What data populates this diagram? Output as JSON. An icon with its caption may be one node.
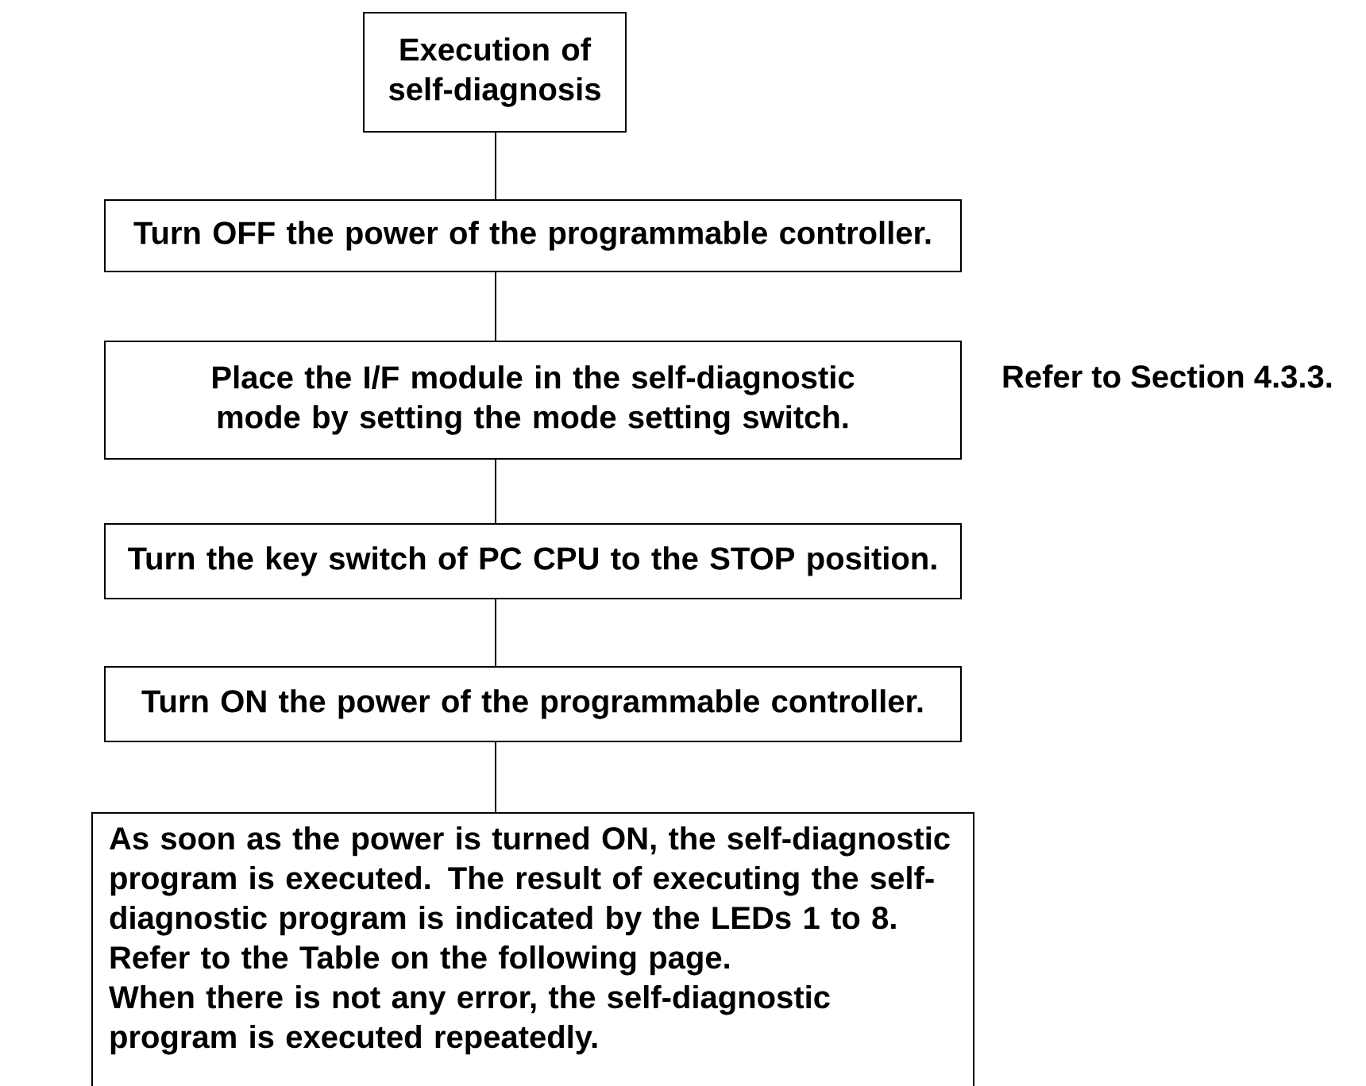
{
  "diagram": {
    "nodes": [
      {
        "text": [
          "Execution of self-diagnosis"
        ]
      },
      {
        "text": [
          "Turn OFF the power of the programmable controller."
        ]
      },
      {
        "text": [
          "Place the I/F module in the self-diagnostic mode by setting the mode setting switch."
        ],
        "beside": [
          "Refer to Section 4.3.3."
        ]
      },
      {
        "text": [
          "Turn the key switch of PC CPU to the STOP position."
        ]
      },
      {
        "text": [
          "Turn ON the power of the programmable controller."
        ]
      },
      {
        "text": [
          "As soon as the power is turned ON, the self-diagnostic program is executed. The result of executing the self-diagnostic program is indicated by the LEDs 1 to 8. Refer to the Table on the following page.",
          "When there is not any error, the self-diagnostic program is executed repeatedly."
        ]
      }
    ],
    "edges": [
      {
        "from": 0,
        "to": 1,
        "arrow": "none"
      },
      {
        "from": 1,
        "to": 2,
        "arrow": "none"
      },
      {
        "from": 2,
        "to": 3,
        "arrow": "none"
      },
      {
        "from": 3,
        "to": 4,
        "arrow": "none"
      },
      {
        "from": 4,
        "to": 5,
        "arrow": "none"
      }
    ]
  }
}
